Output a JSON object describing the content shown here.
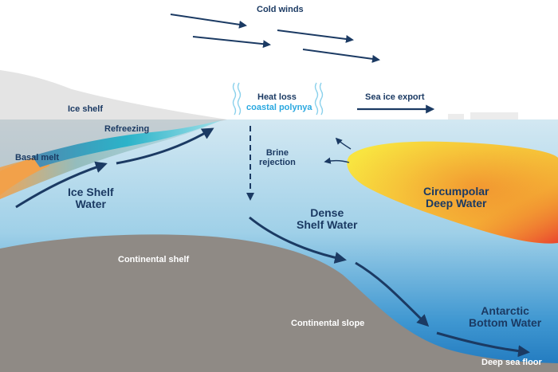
{
  "labels": {
    "cold_winds": "Cold winds",
    "heat_loss": "Heat loss",
    "coastal_polynya": "coastal polynya",
    "sea_ice_export": "Sea ice export",
    "ice_shelf": "Ice shelf",
    "refreezing": "Refreezing",
    "basal_melt": "Basal melt",
    "ice_shelf_water_1": "Ice Shelf",
    "ice_shelf_water_2": "Water",
    "brine_rejection_1": "Brine",
    "brine_rejection_2": "rejection",
    "cdw_1": "Circumpolar",
    "cdw_2": "Deep Water",
    "dsw_1": "Dense",
    "dsw_2": "Shelf Water",
    "continental_shelf": "Continental shelf",
    "continental_slope": "Continental slope",
    "aabw_1": "Antarctic",
    "aabw_2": "Bottom Water",
    "deep_sea_floor": "Deep sea floor"
  },
  "colors": {
    "sky": "#ffffff",
    "land": "#e3e3e3",
    "ice_shelf": "#d6d6d6",
    "ocean_top": "#cfe5f0",
    "ocean_mid": "#8cc6e3",
    "ocean_deep": "#2a86c7",
    "seafloor": "#8f8a85",
    "arrow": "#1b3a63",
    "polynya": "#2aa8e0",
    "cdw_outer": "#f7e03a",
    "cdw_inner": "#e8322c",
    "refreeze": "#2bb3c9",
    "melt": "#f2a14a"
  }
}
